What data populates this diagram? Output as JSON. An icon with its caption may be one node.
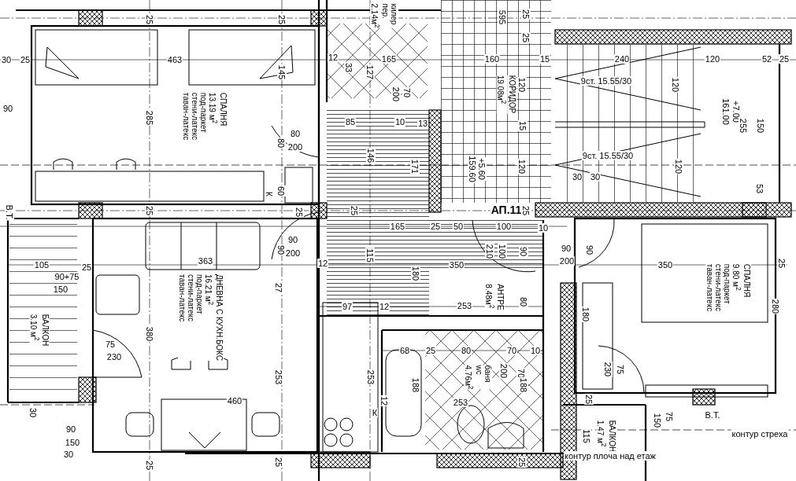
{
  "diagram": {
    "nodes": [
      {
        "text": [
          "СПАЛНЯ",
          "13.19 м$^{2}$",
          "под-паркет",
          "стени-латекс",
          "таван-латекс"
        ]
      },
      {
        "text": [
          "килер",
          "пер.",
          "2.14м$^{2}$"
        ]
      },
      {
        "text": [
          "КОРИДОР",
          "19.08м$^{2}$"
        ]
      },
      {
        "text": [
          "ДНЕВНА С КУХН.БОКС",
          "16.21 м$^{2}$",
          "под-паркет",
          "стени-латекс",
          "таван-латекс"
        ]
      },
      {
        "text": [
          "АНТРЕ",
          "8.48м$^{2}$"
        ]
      },
      {
        "text": [
          "баня",
          "wc",
          "4.76м$^{2}$"
        ]
      },
      {
        "text": [
          "СПАЛНЯ",
          "9.80 м$^{2}$",
          "под-паркет",
          "стени-латекс",
          "таван-латекс"
        ]
      },
      {
        "text": [
          "БАЛКОН",
          "3.10 м$^{2}$"
        ]
      },
      {
        "text": [
          "БАЛКОН",
          "1.47 м$^{2}$"
        ]
      }
    ],
    "labels": [
      "25",
      "25",
      "595",
      "25",
      "25",
      "30",
      "25",
      "463",
      "145",
      "12",
      "33",
      "165",
      "127",
      "160",
      "15",
      "240",
      "120",
      "52",
      "25",
      "90",
      "285",
      "200",
      "70",
      "120",
      "9ст. 15.55/30",
      "120",
      "161.00",
      "+7.00",
      "255",
      "150",
      "85",
      "10",
      "13",
      "80",
      "200",
      "80",
      "15",
      "146",
      "171",
      "159.60",
      "+5.60",
      "120",
      "9ст. 15.55/30",
      "120",
      "30",
      "30",
      "К",
      "60",
      "53",
      "В.Т.",
      "25",
      "25",
      "25",
      "АП.11",
      "25",
      "165",
      "25",
      "50",
      "100",
      "10",
      "90",
      "200",
      "90",
      "210",
      "100",
      "90",
      "90",
      "200",
      "90",
      "350",
      "25",
      "105",
      "25",
      "363",
      "12",
      "115",
      "350",
      "90+75",
      "150",
      "27",
      "180",
      "380",
      "97",
      "12",
      "253",
      "80",
      "180",
      "280",
      "75",
      "230",
      "253",
      "68",
      "25",
      "80",
      "70",
      "10",
      "200",
      "70",
      "253",
      "188",
      "253",
      "188",
      "75",
      "230",
      "460",
      "12",
      "К",
      "25",
      "30",
      "В.Т.",
      "75",
      "150",
      "контур стреха",
      "90",
      "150",
      "30",
      "115",
      "контур плоча над етаж",
      "25",
      "25",
      "25"
    ]
  }
}
